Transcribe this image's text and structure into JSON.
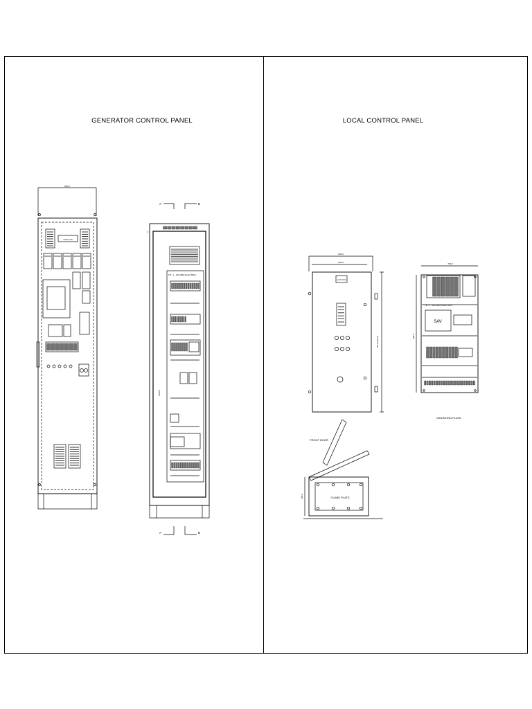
{
  "sheet": {
    "left_title": "GENERATOR CONTROL PANEL",
    "right_title": "LOCAL CONTROL PANEL"
  },
  "gcp": {
    "front_top_dim": "800.0",
    "front_name_plate": "GCP 1/10",
    "side_label_a_top": "A",
    "side_label_b_top": "B",
    "side_label_a_bottom": "A",
    "side_label_b_bottom": "B",
    "dim_c": "C",
    "side_height_dim": "2100.0",
    "terminal_label": "TB - 1 - 100 (REF ELECTRIC)"
  },
  "lcp": {
    "front_dim_outer": "600.0",
    "front_dim_inner": "500.0",
    "front_name_plate": "LCP 1/10",
    "front_height_dim": "700.0 (950.0)",
    "front_door_label": "FRONT DOOR",
    "gland_plate_label": "GLAND PLATE",
    "gland_height_dim": "250.0",
    "mounting_top_dim": "700.0",
    "mounting_side_dim": "350.0",
    "mounting_plate_label": "MOUNTING PLATE",
    "device_label": "SAV",
    "terminal_label": "TB - 1 - 100 (REF ELECTRIC)"
  }
}
